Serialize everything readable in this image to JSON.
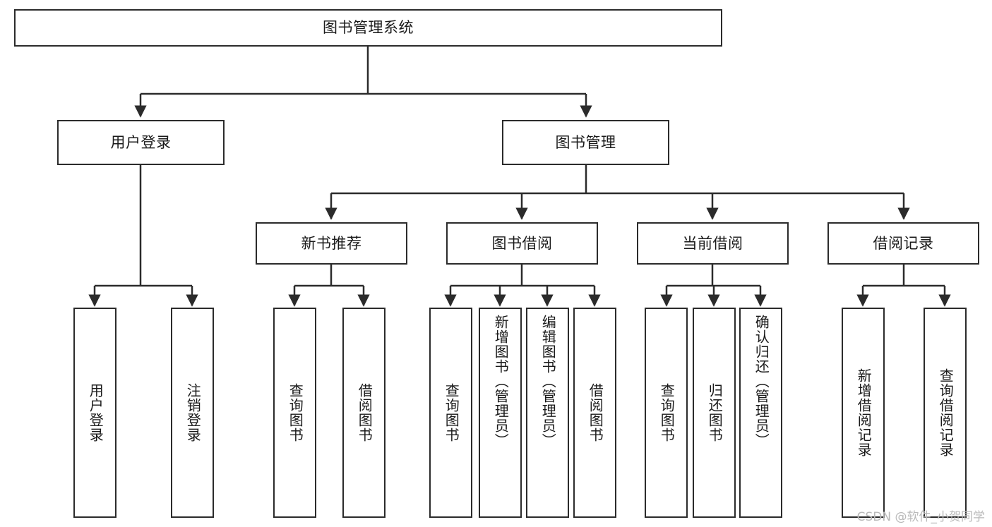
{
  "diagram": {
    "title": "图书管理系统",
    "type": "tree-hierarchy-diagram",
    "watermark": "CSDN @软件_小贺同学",
    "colors": {
      "node_border": "#2b2b2b",
      "node_fill": "#ffffff",
      "edge": "#2b2b2b",
      "text": "#1a1a1a",
      "watermark": "#b9b9b9",
      "background": "#ffffff"
    },
    "root": {
      "label": "图书管理系统"
    },
    "level1": [
      {
        "label": "用户登录"
      },
      {
        "label": "图书管理"
      }
    ],
    "level2": [
      {
        "label": "新书推荐"
      },
      {
        "label": "图书借阅"
      },
      {
        "label": "当前借阅"
      },
      {
        "label": "借阅记录"
      }
    ],
    "leaves": {
      "user_login": [
        {
          "label": "用户登录"
        },
        {
          "label": "注销登录"
        }
      ],
      "new_book_recommend": [
        {
          "label": "查询图书"
        },
        {
          "label": "借阅图书"
        }
      ],
      "book_borrow": [
        {
          "label": "查询图书"
        },
        {
          "label": "新增图书（管理员）"
        },
        {
          "label": "编辑图书（管理员）"
        },
        {
          "label": "借阅图书"
        }
      ],
      "current_borrow": [
        {
          "label": "查询图书"
        },
        {
          "label": "归还图书"
        },
        {
          "label": "确认归还（管理员）"
        }
      ],
      "borrow_record": [
        {
          "label": "新增借阅记录"
        },
        {
          "label": "查询借阅记录"
        }
      ]
    }
  }
}
